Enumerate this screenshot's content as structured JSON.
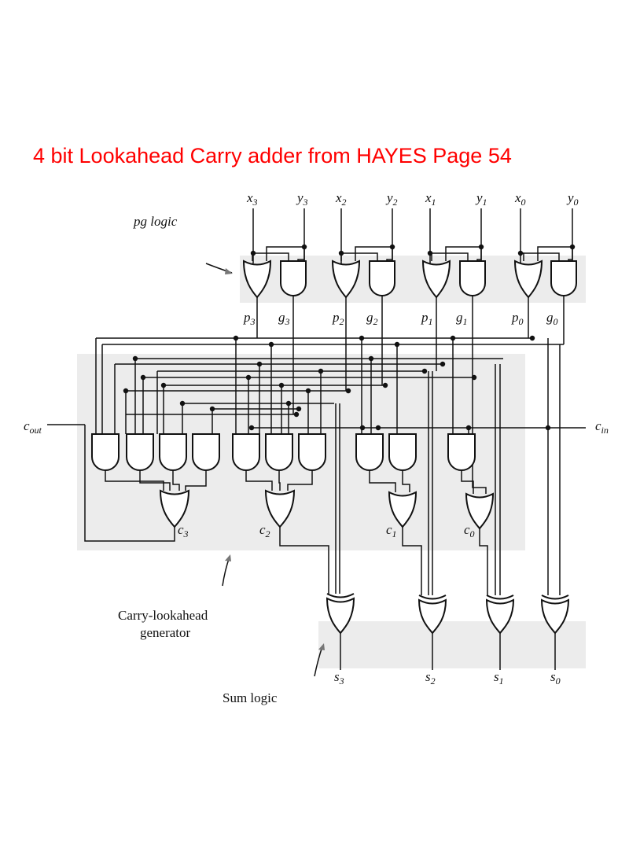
{
  "title": "4 bit Lookahead Carry adder  from HAYES     Page 54",
  "sections": {
    "pg_logic": "pg logic",
    "carry_gen": [
      "Carry-lookahead",
      "generator"
    ],
    "sum_logic": "Sum logic"
  },
  "inputs": [
    {
      "main": "x",
      "sub": "3"
    },
    {
      "main": "y",
      "sub": "3"
    },
    {
      "main": "x",
      "sub": "2"
    },
    {
      "main": "y",
      "sub": "2"
    },
    {
      "main": "x",
      "sub": "1"
    },
    {
      "main": "y",
      "sub": "1"
    },
    {
      "main": "x",
      "sub": "0"
    },
    {
      "main": "y",
      "sub": "0"
    }
  ],
  "pg_outputs": [
    {
      "main": "p",
      "sub": "3"
    },
    {
      "main": "g",
      "sub": "3"
    },
    {
      "main": "p",
      "sub": "2"
    },
    {
      "main": "g",
      "sub": "2"
    },
    {
      "main": "p",
      "sub": "1"
    },
    {
      "main": "g",
      "sub": "1"
    },
    {
      "main": "p",
      "sub": "0"
    },
    {
      "main": "g",
      "sub": "0"
    }
  ],
  "carries": [
    {
      "main": "c",
      "sub": "3"
    },
    {
      "main": "c",
      "sub": "2"
    },
    {
      "main": "c",
      "sub": "1"
    },
    {
      "main": "c",
      "sub": "0"
    }
  ],
  "cout": {
    "main": "c",
    "sub": "out"
  },
  "cin": {
    "main": "c",
    "sub": "in"
  },
  "sums": [
    {
      "main": "s",
      "sub": "3"
    },
    {
      "main": "s",
      "sub": "2"
    },
    {
      "main": "s",
      "sub": "1"
    },
    {
      "main": "s",
      "sub": "0"
    }
  ]
}
